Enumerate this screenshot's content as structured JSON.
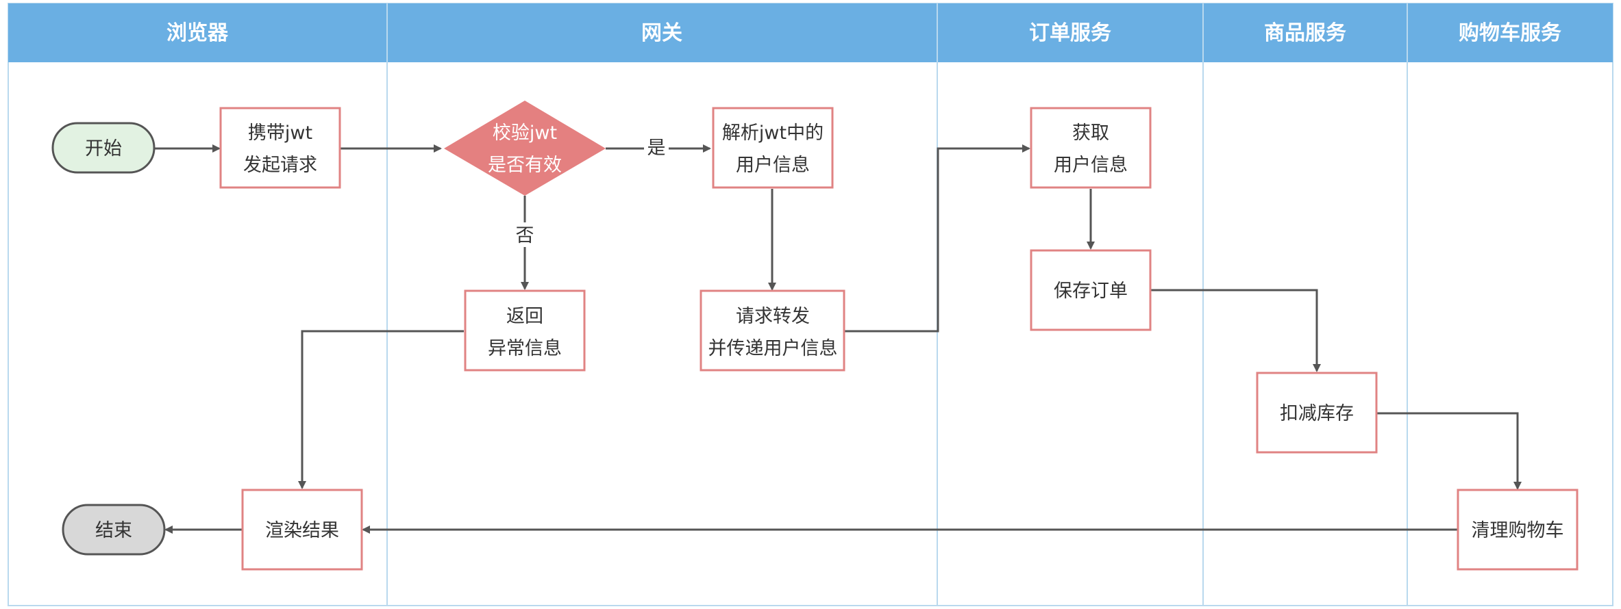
{
  "colors": {
    "header_bg": "#6aafe3",
    "lane_border": "#b9d9ee",
    "box_border": "#e08383",
    "diamond_fill": "#e48080",
    "start_fill": "#e2f2e2",
    "end_fill": "#d8d8d8",
    "arrow": "#555555"
  },
  "lanes": [
    "浏览器",
    "网关",
    "订单服务",
    "商品服务",
    "购物车服务"
  ],
  "nodes": {
    "start": "开始",
    "carry_jwt": [
      "携带jwt",
      "发起请求"
    ],
    "verify_jwt": [
      "校验jwt",
      "是否有效"
    ],
    "parse_jwt": [
      "解析jwt中的",
      "用户信息"
    ],
    "return_error": [
      "返回",
      "异常信息"
    ],
    "forward_request": [
      "请求转发",
      "并传递用户信息"
    ],
    "get_user_info": [
      "获取",
      "用户信息"
    ],
    "save_order": "保存订单",
    "deduct_stock": "扣减库存",
    "clear_cart": "清理购物车",
    "render_result": "渲染结果",
    "end": "结束"
  },
  "edge_labels": {
    "yes": "是",
    "no": "否"
  }
}
